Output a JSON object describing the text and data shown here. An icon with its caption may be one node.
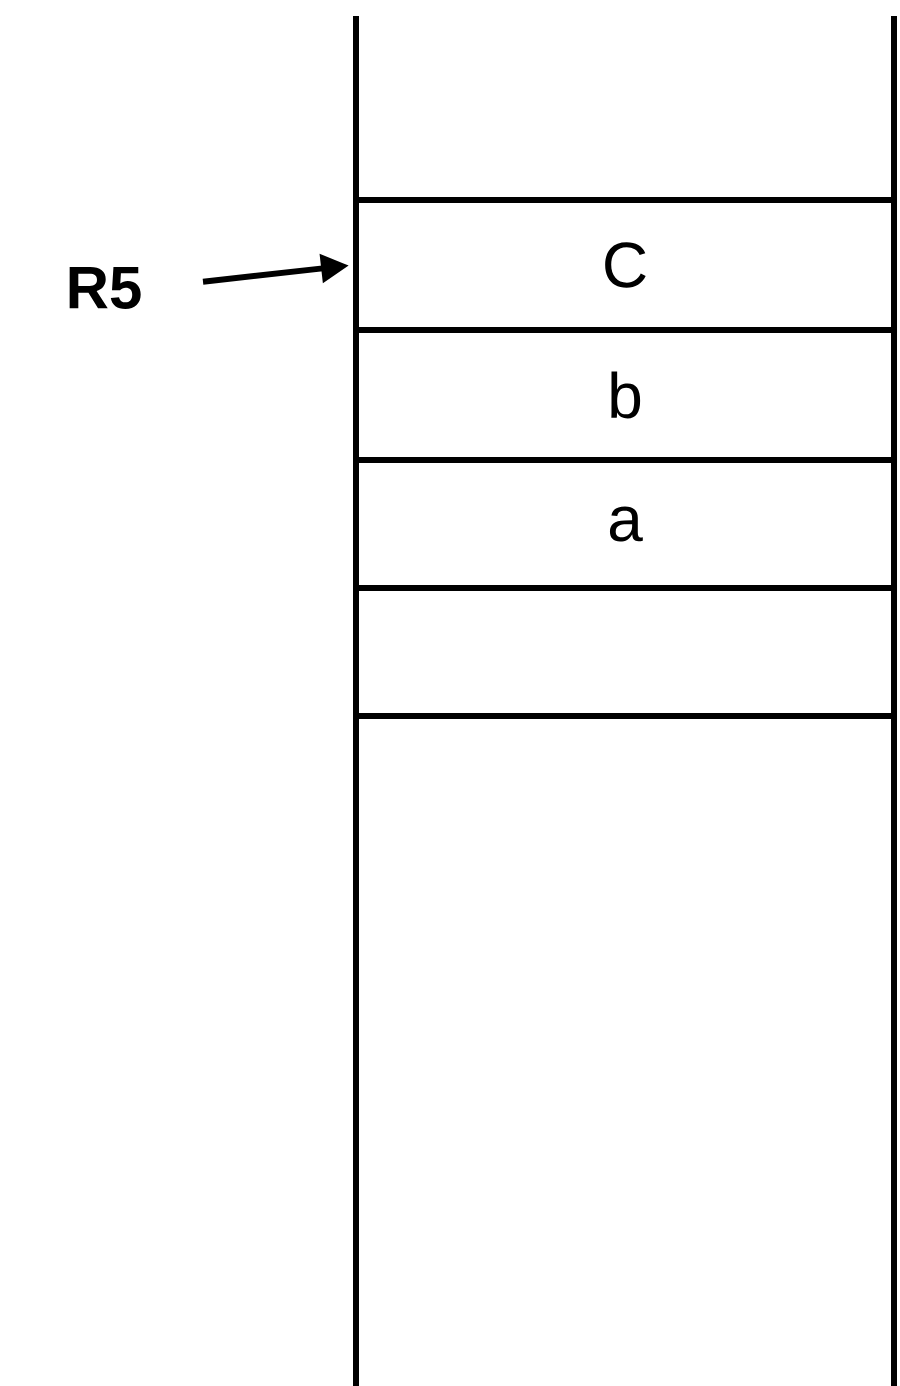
{
  "diagram": {
    "nodes": [
      {
        "text": [
          "R5"
        ]
      },
      {
        "text": [
          "C"
        ]
      },
      {
        "text": [
          "b"
        ]
      },
      {
        "text": [
          "a"
        ]
      },
      {
        "text": [],
        "shape": "box"
      }
    ],
    "edges": [
      {
        "from": 0,
        "to": 1,
        "arrow": "to"
      }
    ]
  }
}
